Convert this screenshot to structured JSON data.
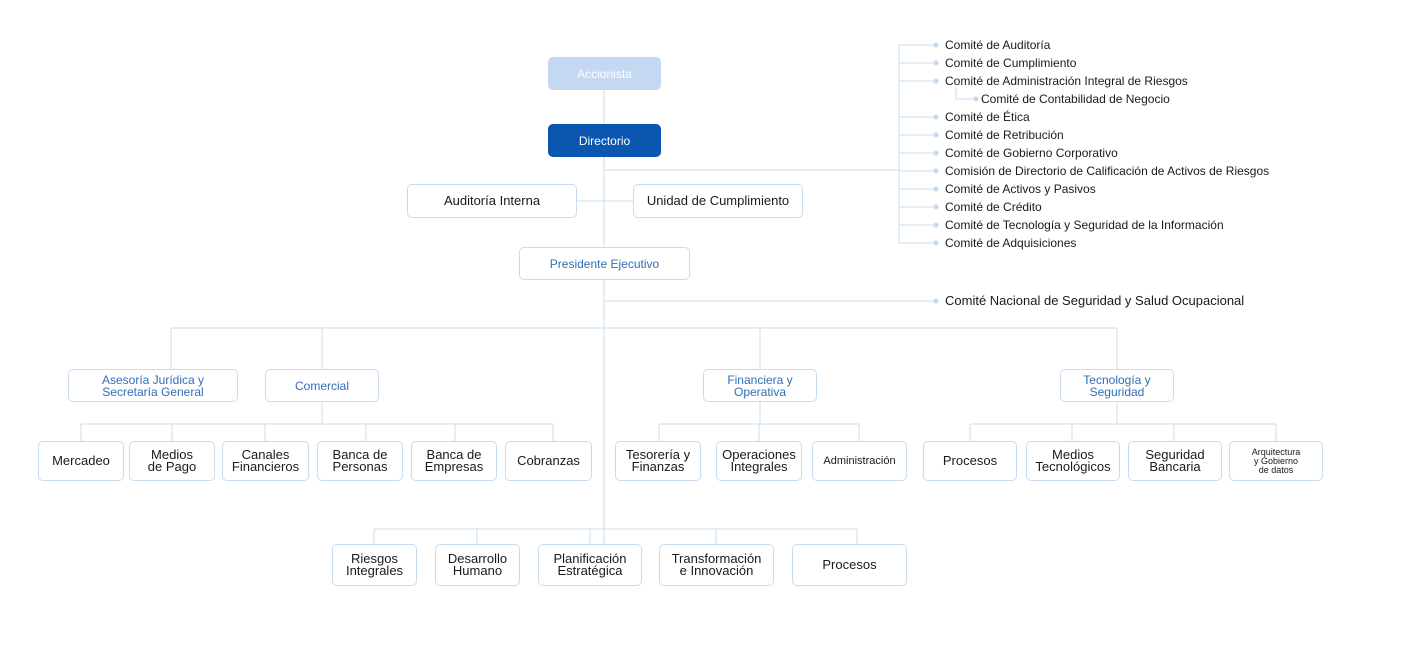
{
  "top": {
    "accionista": "Accionista",
    "directorio": "Directorio",
    "auditoria": "Auditoría Interna",
    "cumplimiento": "Unidad de Cumplimiento",
    "presidente": "Presidente Ejecutivo"
  },
  "committees": [
    "Comité de Auditoría",
    "Comité de Cumplimiento",
    "Comité de Administración Integral de Riesgos",
    "Comité de Contabilidad de Negocio",
    "Comité de Ética",
    "Comité de Retribución",
    "Comité de Gobierno Corporativo",
    "Comisión de Directorio de Calificación de Activos de Riesgos",
    "Comité de Activos y Pasivos",
    "Comité de Crédito",
    "Comité de Tecnología y Seguridad de la Información",
    "Comité de Adquisiciones"
  ],
  "comite_nacional": "Comité Nacional de Seguridad y Salud Ocupacional",
  "areas": {
    "asesoria": "Asesoría Jurídica y\nSecretaría General",
    "comercial": "Comercial",
    "financiera": "Financiera y\nOperativa",
    "tecnologia": "Tecnología y\nSeguridad"
  },
  "comercial_units": [
    "Mercadeo",
    "Medios\nde Pago",
    "Canales\nFinancieros",
    "Banca de\nPersonas",
    "Banca de\nEmpresas",
    "Cobranzas"
  ],
  "financiera_units": [
    "Tesorería y\nFinanzas",
    "Operaciones\nIntegrales",
    "Administración"
  ],
  "tecnologia_units": [
    "Procesos",
    "Medios\nTecnológicos",
    "Seguridad\nBancaria",
    "Arquitectura\ny Gobierno\nde datos"
  ],
  "bottom_units": [
    "Riesgos\nIntegrales",
    "Desarrollo\nHumano",
    "Planificación\nEstratégica",
    "Transformación\ne Innovación",
    "Procesos"
  ],
  "colors": {
    "line": "#c9dced",
    "accent_dark": "#0a56b1",
    "accent_light": "#c4d9f1",
    "area_text": "#2f6fb6"
  }
}
